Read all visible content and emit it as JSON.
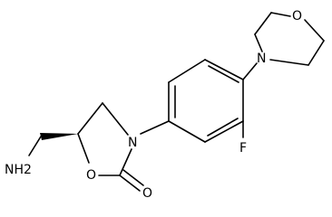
{
  "structure": {
    "atoms": {
      "amine": "NH2",
      "ring_nitrogen": "N",
      "morpholine_nitrogen": "N",
      "morpholine_oxygen": "O",
      "fluorine": "F",
      "ring_oxygen": "O",
      "carbonyl_oxygen": "O"
    }
  },
  "colors": {
    "ink": "#000000",
    "background": "#ffffff"
  }
}
